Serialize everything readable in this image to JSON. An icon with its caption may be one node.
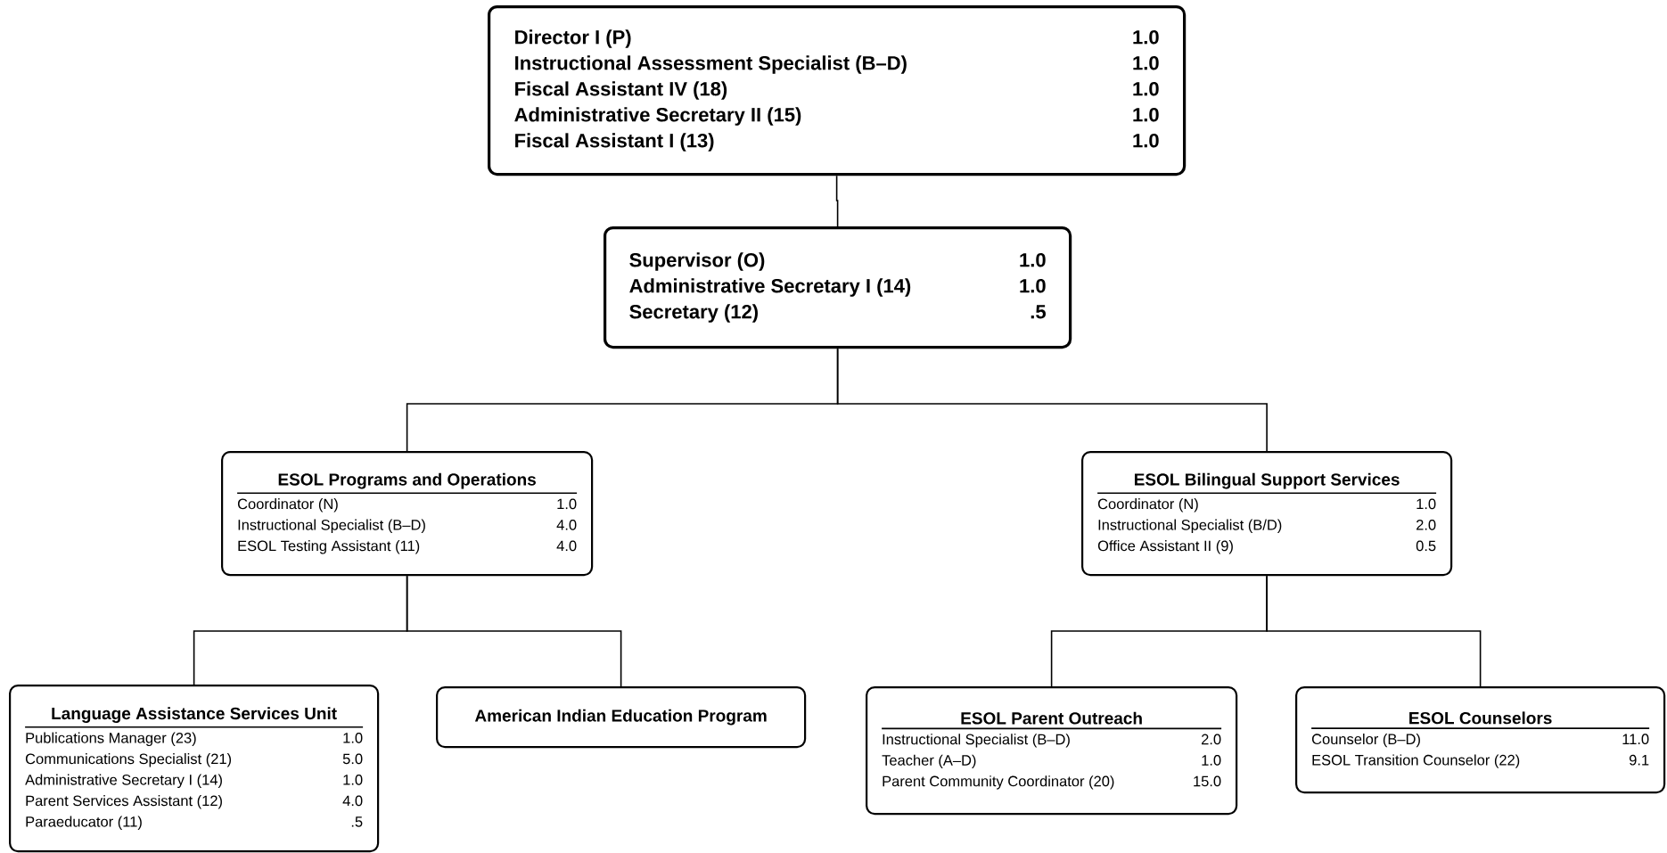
{
  "diagram": {
    "nodes": [
      {
        "text": [
          "Director I (P)",
          "1.0",
          "Instructional Assessment Specialist (B–D)",
          "1.0",
          "Fiscal Assistant IV (18)",
          "1.0",
          "Administrative Secretary II (15)",
          "1.0",
          "Fiscal Assistant I (13)",
          "1.0"
        ]
      },
      {
        "text": [
          "Supervisor (O)",
          "1.0",
          "Administrative Secretary I (14)",
          "1.0",
          "Secretary (12)",
          ".5"
        ]
      },
      {
        "text": [
          "ESOL Programs and Operations",
          "Coordinator (N)",
          "1.0",
          "Instructional Specialist (B–D)",
          "4.0",
          "ESOL Testing Assistant (11)",
          "4.0"
        ]
      },
      {
        "text": [
          "ESOL Bilingual Support Services",
          "Coordinator (N)",
          "1.0",
          "Instructional Specialist (B/D)",
          "2.0",
          "Office Assistant II (9)",
          "0.5"
        ]
      },
      {
        "text": [
          "Language Assistance Services Unit",
          "Publications Manager (23)",
          "1.0",
          "Communications Specialist (21)",
          "5.0",
          "Administrative Secretary I (14)",
          "1.0",
          "Parent Services Assistant (12)",
          "4.0",
          "Paraeducator (11)",
          ".5"
        ]
      },
      {
        "text": [
          "American Indian Education Program"
        ]
      },
      {
        "text": [
          "ESOL Parent Outreach",
          "Instructional Specialist (B–D)",
          "2.0",
          "Teacher (A–D)",
          "1.0",
          "Parent Community Coordinator (20)",
          "15.0"
        ]
      },
      {
        "text": [
          "ESOL Counselors",
          "Counselor (B–D)",
          "11.0",
          "ESOL Transition Counselor (22)",
          "9.1"
        ]
      }
    ],
    "edges": [
      {
        "from": 0,
        "to": 1,
        "arrow": "none"
      },
      {
        "from": 1,
        "to": 2,
        "arrow": "none"
      },
      {
        "from": 1,
        "to": 3,
        "arrow": "none"
      },
      {
        "from": 2,
        "to": 4,
        "arrow": "none"
      },
      {
        "from": 2,
        "to": 5,
        "arrow": "none"
      },
      {
        "from": 3,
        "to": 6,
        "arrow": "none"
      },
      {
        "from": 3,
        "to": 7,
        "arrow": "none"
      }
    ]
  }
}
